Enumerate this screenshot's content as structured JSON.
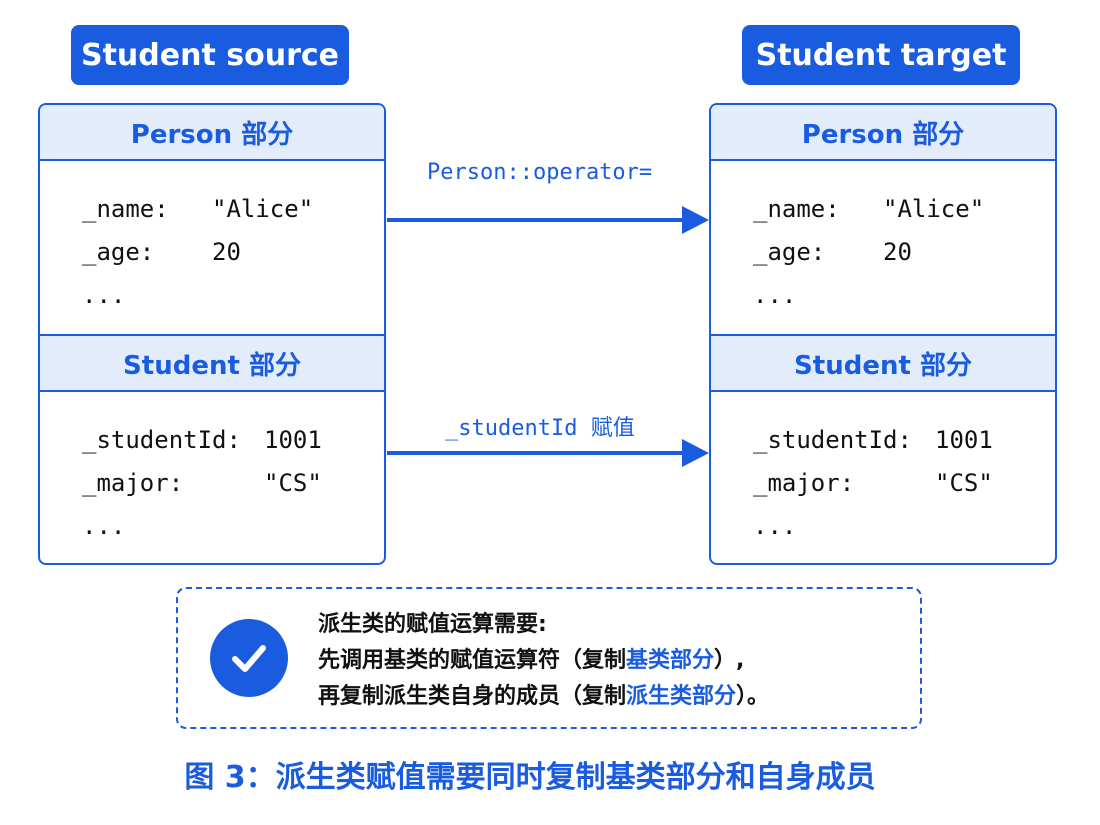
{
  "source": {
    "title": "Student source",
    "person_header": "Person 部分",
    "person_fields": [
      {
        "name": "_name:",
        "value": "\"Alice\""
      },
      {
        "name": "_age:",
        "value": "20"
      }
    ],
    "person_more": "...",
    "student_header": "Student 部分",
    "student_fields": [
      {
        "name": "_studentId:",
        "value": "1001"
      },
      {
        "name": "_major:",
        "value": "\"CS\""
      }
    ],
    "student_more": "..."
  },
  "target": {
    "title": "Student target",
    "person_header": "Person 部分",
    "person_fields": [
      {
        "name": "_name:",
        "value": "\"Alice\""
      },
      {
        "name": "_age:",
        "value": "20"
      }
    ],
    "person_more": "...",
    "student_header": "Student 部分",
    "student_fields": [
      {
        "name": "_studentId:",
        "value": "1001"
      },
      {
        "name": "_major:",
        "value": "\"CS\""
      }
    ],
    "student_more": "..."
  },
  "arrows": {
    "top_label": "Person::operator=",
    "bottom_label": "_studentId 赋值"
  },
  "note": {
    "line1": "派生类的赋值运算需要:",
    "line2_pre": "先调用基类的赋值运算符（复制",
    "line2_hl": "基类部分",
    "line2_post": "）,",
    "line3_pre": "再复制派生类自身的成员（复制",
    "line3_hl": "派生类部分",
    "line3_post": "）。",
    "icon": "check-circle-icon"
  },
  "caption": "图 3：派生类赋值需要同时复制基类部分和自身成员",
  "colors": {
    "accent": "#1a5ce0",
    "header_bg": "#e3ecfa"
  }
}
